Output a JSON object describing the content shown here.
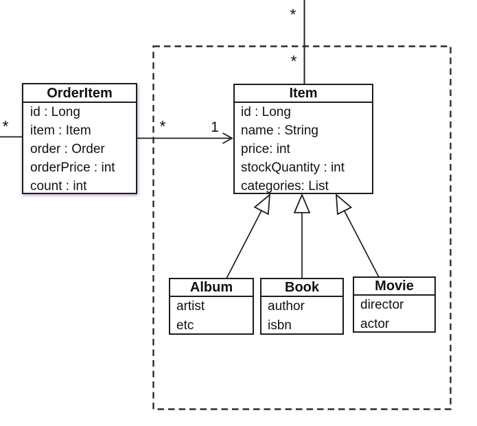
{
  "diagram": {
    "type": "uml-class-diagram",
    "classes": {
      "order_item": {
        "name": "OrderItem",
        "attributes": [
          "id : Long",
          "item : Item",
          "order : Order",
          "orderPrice : int",
          "count : int"
        ]
      },
      "item": {
        "name": "Item",
        "attributes": [
          "id : Long",
          "name : String",
          "price: int",
          "stockQuantity : int",
          "categories: List"
        ]
      },
      "album": {
        "name": "Album",
        "attributes": [
          "artist",
          "etc"
        ]
      },
      "book": {
        "name": "Book",
        "attributes": [
          "author",
          "isbn"
        ]
      },
      "movie": {
        "name": "Movie",
        "attributes": [
          "director",
          "actor"
        ]
      }
    },
    "relationships": {
      "order_item_to_item": {
        "type": "association-arrow",
        "source_multiplicity": "*",
        "target_multiplicity": "1"
      },
      "top_edge": {
        "type": "association",
        "outer_multiplicity": "*",
        "inner_multiplicity": "*"
      },
      "left_edge": {
        "type": "association",
        "outer_multiplicity": "*"
      },
      "generalizations": [
        "Album → Item",
        "Book → Item",
        "Movie → Item"
      ]
    },
    "multiplicities": {
      "top_outer": "*",
      "top_inner": "*",
      "left_outer": "*",
      "order_item_side": "*",
      "item_side": "1"
    },
    "colors": {
      "line": "#1c1c1c",
      "dashed_boundary": "#2b2b2b",
      "background": "#ffffff",
      "box_fill": "#ffffff",
      "order_item_shadow": "#b189c1"
    }
  }
}
